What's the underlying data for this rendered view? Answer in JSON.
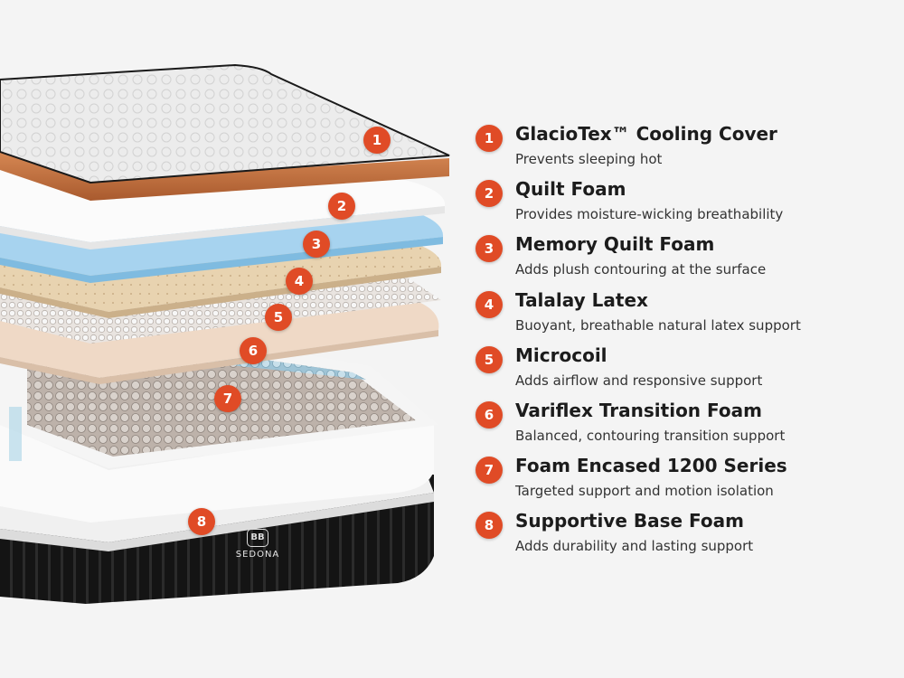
{
  "brand": {
    "logo_text": "BB",
    "name": "SEDONA"
  },
  "colors": {
    "badge": "#e04b26",
    "background": "#f4f4f4",
    "title": "#1c1c1c",
    "description": "#333333"
  },
  "layers": [
    {
      "number": "1",
      "title": "GlacioTex™ Cooling Cover",
      "description": "Prevents sleeping hot"
    },
    {
      "number": "2",
      "title": "Quilt Foam",
      "description": "Provides moisture-wicking breathability"
    },
    {
      "number": "3",
      "title": "Memory Quilt Foam",
      "description": "Adds plush contouring at the surface"
    },
    {
      "number": "4",
      "title": "Talalay Latex",
      "description": "Buoyant, breathable natural latex support"
    },
    {
      "number": "5",
      "title": "Microcoil",
      "description": "Adds airflow and responsive support"
    },
    {
      "number": "6",
      "title": "Variflex Transition Foam",
      "description": "Balanced, contouring transition support"
    },
    {
      "number": "7",
      "title": "Foam Encased 1200 Series",
      "description": "Targeted support and motion isolation"
    },
    {
      "number": "8",
      "title": "Supportive Base Foam",
      "description": "Adds durability and lasting support"
    }
  ]
}
